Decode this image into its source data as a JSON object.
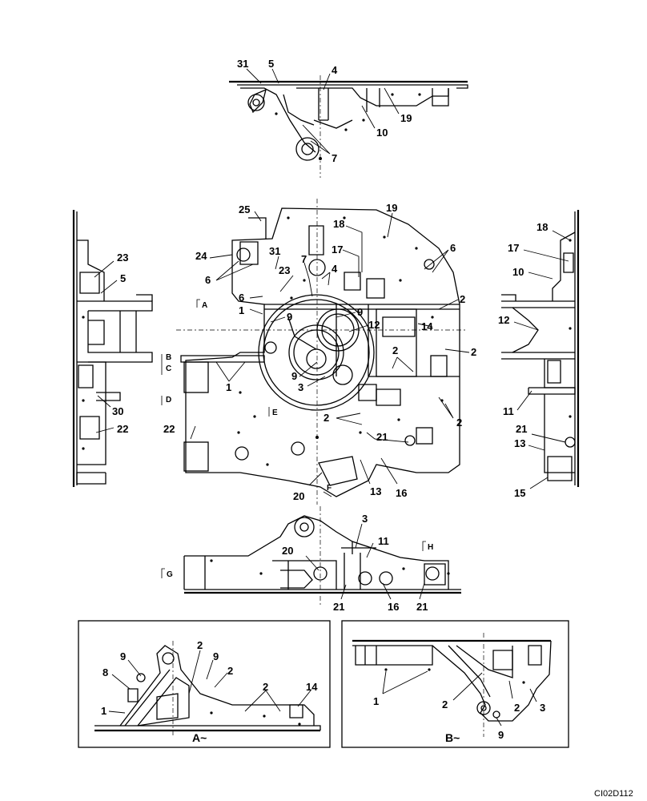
{
  "drawing_code": "CI02D112",
  "detail_captions": {
    "a": "A~",
    "b": "B~"
  },
  "view_flags": [
    "A",
    "B",
    "C",
    "D",
    "E",
    "F",
    "G",
    "H"
  ],
  "callouts": {
    "top_view": [
      "31",
      "5",
      "4",
      "19",
      "10",
      "7"
    ],
    "main_view": [
      "25",
      "19",
      "18",
      "17",
      "24",
      "6",
      "31",
      "7",
      "23",
      "4",
      "6",
      "6",
      "9",
      "9",
      "2",
      "12",
      "14",
      "2",
      "2",
      "1",
      "9",
      "3",
      "2",
      "2",
      "21",
      "22",
      "20",
      "13",
      "16",
      "1"
    ],
    "left_view": [
      "23",
      "5",
      "30",
      "22"
    ],
    "right_view": [
      "18",
      "17",
      "10",
      "12",
      "11",
      "21",
      "13",
      "15"
    ],
    "bottom_view": [
      "3",
      "11",
      "20",
      "21",
      "16",
      "21"
    ],
    "detail_a": [
      "9",
      "2",
      "9",
      "2",
      "8",
      "2",
      "14",
      "1"
    ],
    "detail_b": [
      "1",
      "2",
      "2",
      "3",
      "9"
    ]
  }
}
